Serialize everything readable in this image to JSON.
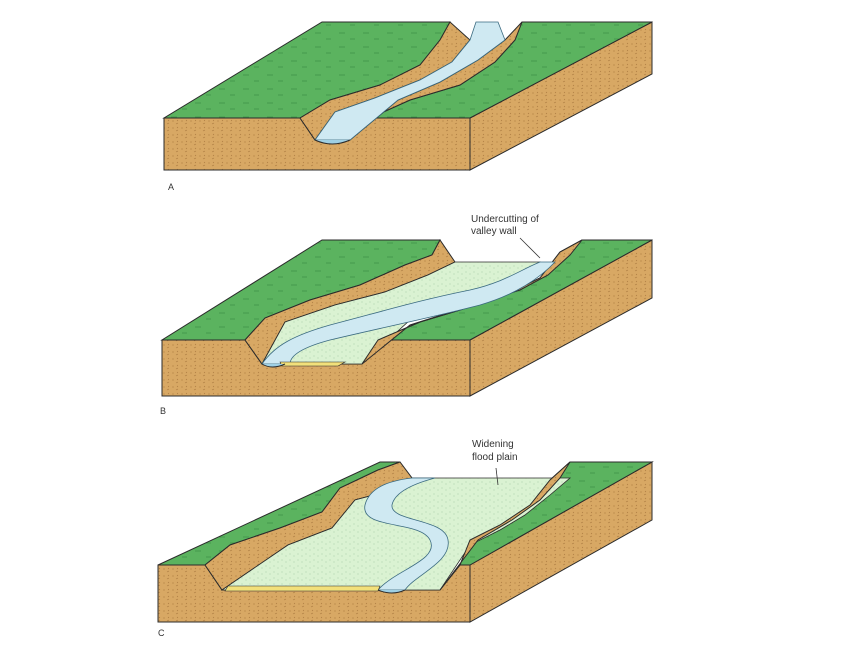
{
  "panels": [
    {
      "letter": "A"
    },
    {
      "letter": "B",
      "annotation": [
        "Undercutting of",
        "valley wall"
      ]
    },
    {
      "letter": "C",
      "annotation": [
        "Widening",
        "flood plain"
      ]
    }
  ],
  "colors": {
    "grass": "#5bb35f",
    "grass_line": "#2f7a3a",
    "earth": "#d8a864",
    "earth_line": "#8a5a2a",
    "water": "#cfe9f2",
    "water_line": "#3a6a80",
    "floodplain": "#daf2d2",
    "sediment": "#f2e07a",
    "outline": "#2b2b2b",
    "label": "#333333"
  }
}
